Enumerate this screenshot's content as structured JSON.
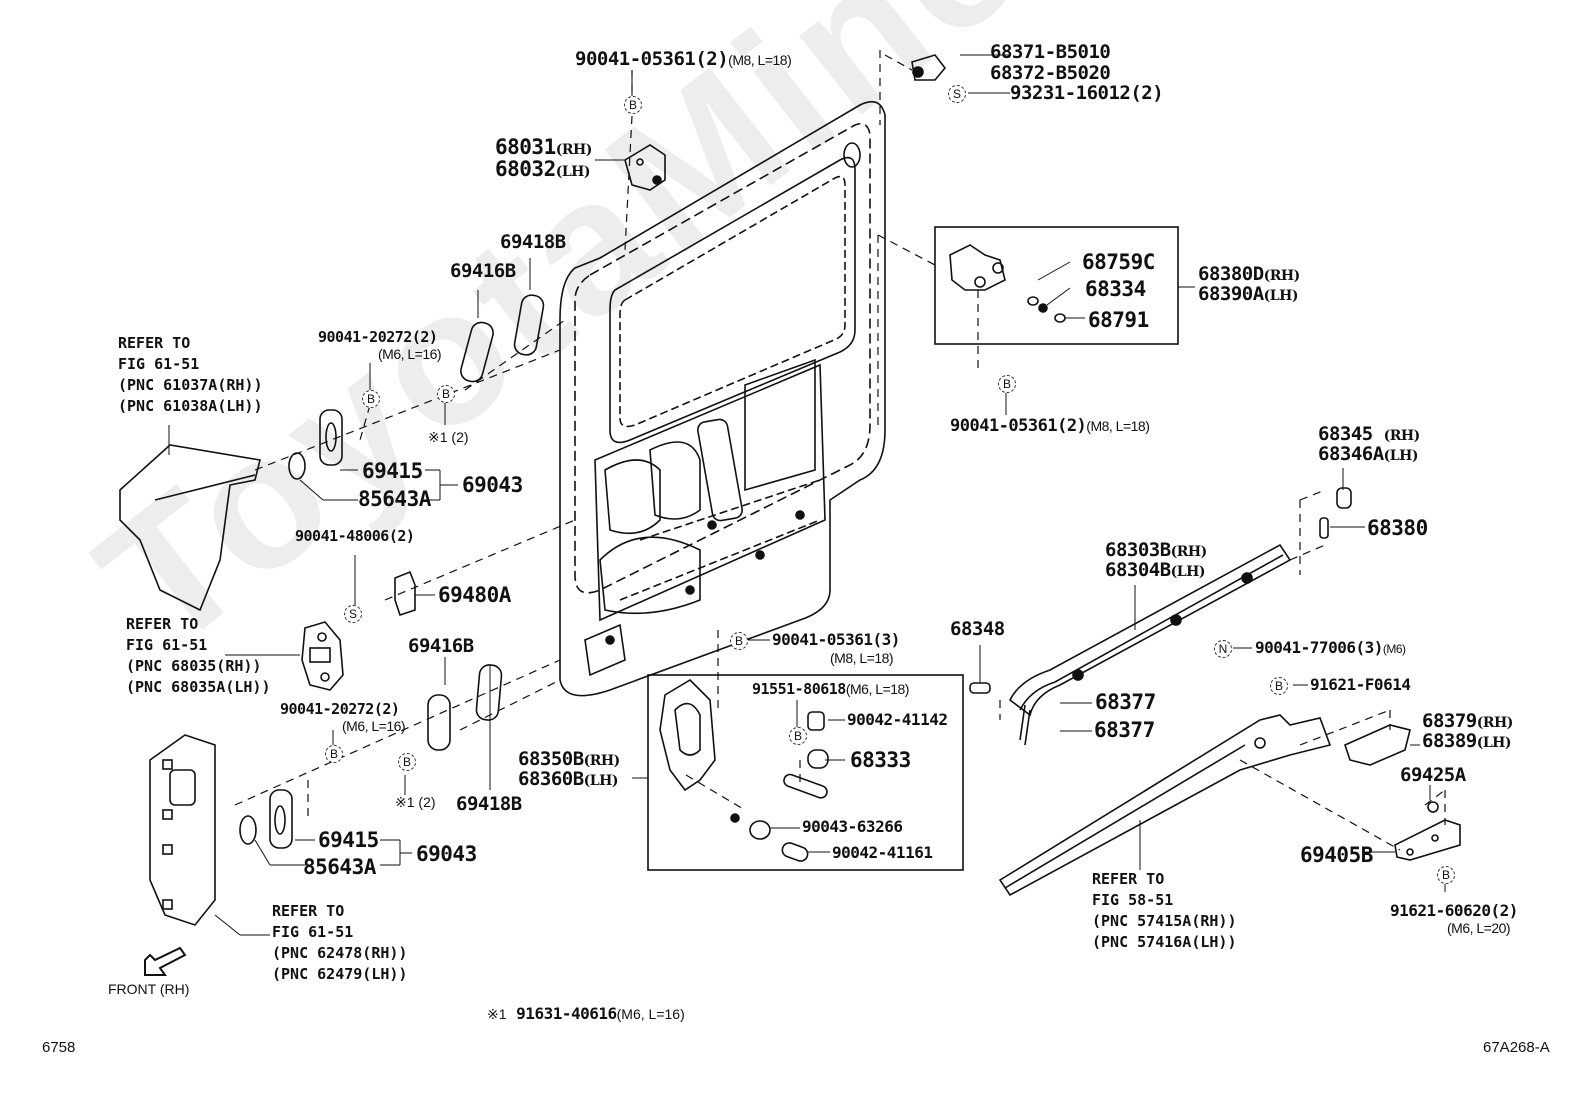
{
  "watermark": "ToyotaMine.ru",
  "page_number": "6758",
  "figure_code": "67A268-A",
  "footnote": {
    "marker": "※1",
    "part": "91631-40616",
    "spec": "(M6, L=16)"
  },
  "front_indicator": "FRONT (RH)",
  "symbols": {
    "B": "B",
    "S": "S",
    "N": "N"
  },
  "labels": {
    "p90041_05361_top": {
      "part": "90041-05361(2)",
      "spec": "(M8, L=18)"
    },
    "p68371": {
      "line1": "68371-B5010",
      "line2": "68372-B5020"
    },
    "p93231": {
      "part": "93231-16012(2)"
    },
    "p68031": {
      "rh": "68031",
      "rh_side": "(RH)",
      "lh": "68032",
      "lh_side": "(LH)"
    },
    "p69418B_top": "69418B",
    "p69416B_top": "69416B",
    "p68759C": "68759C",
    "p68334": "68334",
    "p68791": "68791",
    "p68380D": {
      "rh": "68380D",
      "rh_side": "(RH)",
      "lh": "68390A",
      "lh_side": "(LH)"
    },
    "p90041_05361_mid": {
      "part": "90041-05361(2)",
      "spec": "(M8, L=18)"
    },
    "ref_61037": {
      "l1": "REFER TO",
      "l2": "FIG 61-51",
      "l3": "(PNC 61037A(RH))",
      "l4": "(PNC 61038A(LH))"
    },
    "p90041_20272_top": {
      "part": "90041-20272(2)",
      "spec": "(M6, L=16)"
    },
    "note1_top": "※1 (2)",
    "p69415_top": "69415",
    "p85643A_top": "85643A",
    "p69043_top": "69043",
    "p90041_48006": "90041-48006(2)",
    "p69480A": "69480A",
    "ref_68035": {
      "l1": "REFER TO",
      "l2": "FIG 61-51",
      "l3": "(PNC 68035(RH))",
      "l4": "(PNC 68035A(LH))"
    },
    "p69416B_bot": "69416B",
    "p90041_20272_bot": {
      "part": "90041-20272(2)",
      "spec": "(M6, L=16)"
    },
    "note1_bot": "※1 (2)",
    "p69418B_bot": "69418B",
    "p69415_bot": "69415",
    "p85643A_bot": "85643A",
    "p69043_bot": "69043",
    "ref_62478": {
      "l1": "REFER TO",
      "l2": "FIG 61-51",
      "l3": "(PNC 62478(RH))",
      "l4": "(PNC 62479(LH))"
    },
    "p90041_05361_low": {
      "part": "90041-05361(3)",
      "spec": "(M8, L=18)"
    },
    "p91551": {
      "part": "91551-80618",
      "spec": "(M6, L=18)"
    },
    "p90042_41142": "90042-41142",
    "p68333": "68333",
    "p68350B": {
      "rh": "68350B",
      "rh_side": "(RH)",
      "lh": "68360B",
      "lh_side": "(LH)"
    },
    "p90043_63266": "90043-63266",
    "p90042_41161": "90042-41161",
    "p68345": {
      "rh": "68345",
      "rh_side": "(RH)",
      "lh": "68346A",
      "lh_side": "(LH)"
    },
    "p68380": "68380",
    "p68303B": {
      "rh": "68303B",
      "rh_side": "(RH)",
      "lh": "68304B",
      "lh_side": "(LH)"
    },
    "p68348": "68348",
    "p90041_77006": {
      "part": "90041-77006(3)",
      "spec": "(M6)"
    },
    "p68377_a": "68377",
    "p68377_b": "68377",
    "p91621_F0614": "91621-F0614",
    "p68379": {
      "rh": "68379",
      "rh_side": "(RH)",
      "lh": "68389",
      "lh_side": "(LH)"
    },
    "p69425A": "69425A",
    "p69405B": "69405B",
    "ref_57415": {
      "l1": "REFER TO",
      "l2": "FIG 58-51",
      "l3": "(PNC 57415A(RH))",
      "l4": "(PNC 57416A(LH))"
    },
    "p91621_60620": {
      "part": "91621-60620(2)",
      "spec": "(M6, L=20)"
    }
  }
}
